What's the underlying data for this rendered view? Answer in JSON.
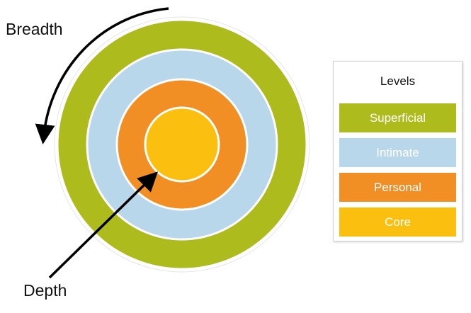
{
  "labels": {
    "breadth": "Breadth",
    "depth": "Depth"
  },
  "legend": {
    "title": "Levels",
    "items": [
      {
        "label": "Superficial",
        "color": "#adbb1c"
      },
      {
        "label": "Intimate",
        "color": "#b9d7ea"
      },
      {
        "label": "Personal",
        "color": "#f18f24"
      },
      {
        "label": "Core",
        "color": "#fbbf10"
      }
    ]
  },
  "rings": [
    {
      "level": "Superficial",
      "color": "#adbb1c"
    },
    {
      "level": "Intimate",
      "color": "#b9d7ea"
    },
    {
      "level": "Personal",
      "color": "#f18f24"
    },
    {
      "level": "Core",
      "color": "#fbbf10"
    }
  ]
}
